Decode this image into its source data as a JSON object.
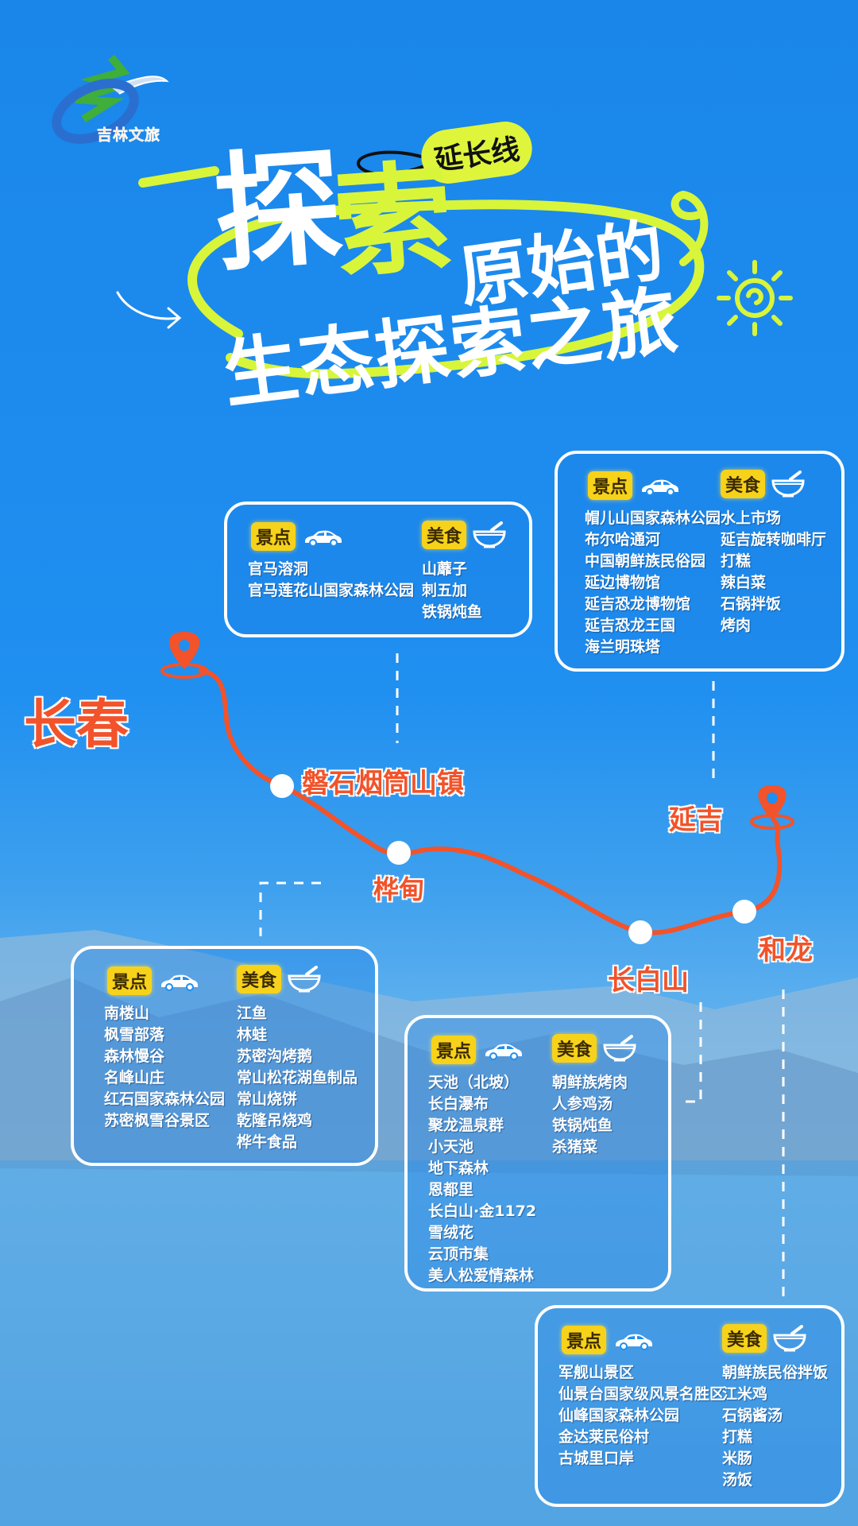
{
  "logo": {
    "text": "吉林文旅"
  },
  "title": {
    "tag": "延长线",
    "line1_a": "探",
    "line1_b": "索",
    "line1_c": "原始的",
    "line2": "生态探索之旅"
  },
  "labels": {
    "spots": "景点",
    "food": "美食"
  },
  "colors": {
    "route": "#f2532a",
    "badge": "#f7d21a",
    "accent": "#d8f53a"
  },
  "cities": {
    "changchun": "长春",
    "panshi": "磐石烟筒山镇",
    "huadian": "桦甸",
    "yanji": "延吉",
    "helong": "和龙",
    "changbaishan": "长白山"
  },
  "boxes": [
    {
      "id": "guanma",
      "spots": [
        "官马溶洞",
        "官马莲花山国家森林公园"
      ],
      "food": [
        "山蘼子",
        "刺五加",
        "铁锅炖鱼"
      ]
    },
    {
      "id": "yanji",
      "spots": [
        "帽儿山国家森林公园",
        "布尔哈通河",
        "中国朝鲜族民俗园",
        "延边博物馆",
        "延吉恐龙博物馆",
        "延吉恐龙王国",
        "海兰明珠塔"
      ],
      "food": [
        "水上市场",
        "延吉旋转咖啡厅",
        "打糕",
        "辣白菜",
        "石锅拌饭",
        "烤肉"
      ]
    },
    {
      "id": "huadian",
      "spots": [
        "南楼山",
        "枫雪部落",
        "森林慢谷",
        "名峰山庄",
        "红石国家森林公园",
        "苏密枫雪谷景区"
      ],
      "food": [
        "江鱼",
        "林蛙",
        "苏密沟烤鹅",
        "常山松花湖鱼制品",
        "常山烧饼",
        "乾隆吊烧鸡",
        "桦牛食品"
      ]
    },
    {
      "id": "changbaishan",
      "spots": [
        "天池（北坡）",
        "长白瀑布",
        "聚龙温泉群",
        "小天池",
        "地下森林",
        "恩都里",
        "长白山·金1172",
        "雪绒花",
        "云顶市集",
        "美人松爱情森林"
      ],
      "food": [
        "朝鲜族烤肉",
        "人参鸡汤",
        "铁锅炖鱼",
        "杀猪菜"
      ]
    },
    {
      "id": "helong",
      "spots": [
        "军舰山景区",
        "仙景台国家级风景名胜区",
        "仙峰国家森林公园",
        "金达莱民俗村",
        "古城里口岸"
      ],
      "food": [
        "朝鲜族民俗拌饭",
        "江米鸡",
        "石锅酱汤",
        "打糕",
        "米肠",
        "汤饭"
      ]
    }
  ]
}
